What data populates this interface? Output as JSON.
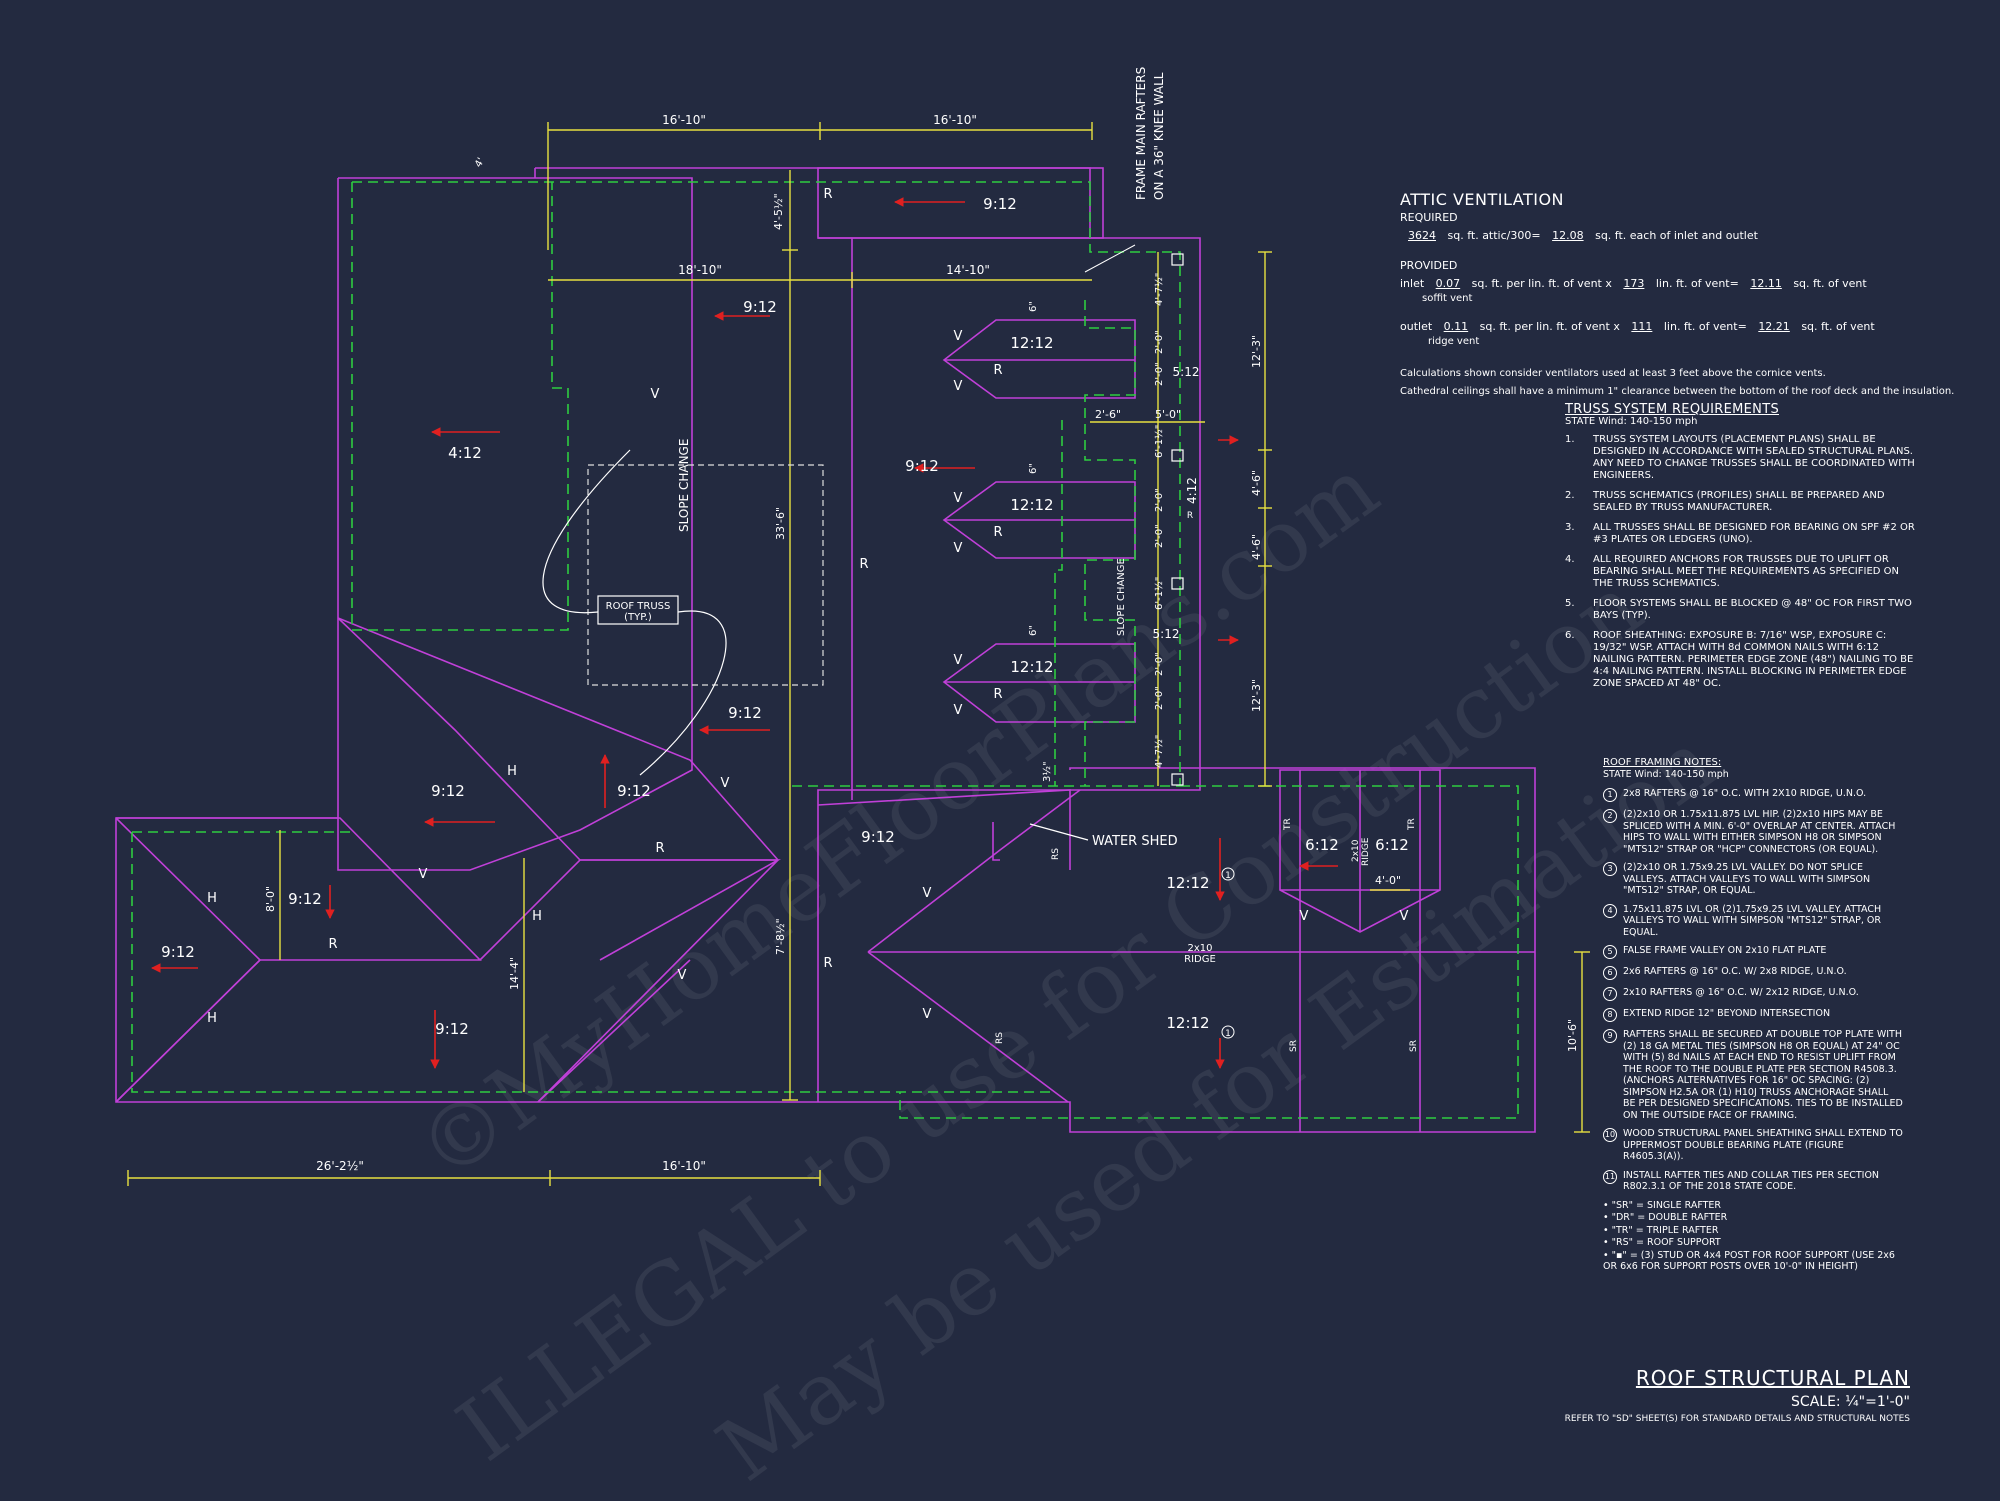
{
  "watermark": {
    "line1": "©MyHomeFloorPlans.com",
    "line2": "ILLEGAL to use for Construction",
    "line3": "May be used for Estimation"
  },
  "dimensions": {
    "top_left": "16'-10\"",
    "top_right": "16'-10\"",
    "mid_left": "18'-10\"",
    "mid_right": "14'-10\"",
    "small_top": "4'",
    "vert_4_5": "4'-5½\"",
    "vert_33": "33'-6\"",
    "vert_7_8": "7'-8½\"",
    "vert_8": "8'-0\"",
    "vert_14_4": "14'-4\"",
    "bottom_left": "26'-2½\"",
    "bottom_right": "16'-10\"",
    "right_12_3a": "12'-3\"",
    "right_4_6a": "4'-6\"",
    "right_4_6b": "4'-6\"",
    "right_12_3b": "12'-3\"",
    "right_10_6": "10'-6\"",
    "col_2_6": "2'-6\"",
    "col_5_0": "5'-0\"",
    "col_4_7": "4'-7½\"",
    "col_2_0": "2'-0\"",
    "col_6_1": "6'-1½\"",
    "dim_6": "6\"",
    "dim_3_5": "3½\"",
    "dim_4_0": "4'-0\""
  },
  "plan_labels": {
    "frame_note_1": "FRAME MAIN RAFTERS",
    "frame_note_2": "ON A 36\" KNEE WALL",
    "slope_change": "SLOPE CHANGE",
    "roof_truss_1": "ROOF TRUSS",
    "roof_truss_2": "(TYP.)",
    "water_shed": "WATER SHED",
    "ridge_1": "2x10",
    "ridge_2": "RIDGE",
    "p_9_12": "9:12",
    "p_4_12": "4:12",
    "p_12_12": "12:12",
    "p_5_12": "5:12",
    "p_6_12": "6:12",
    "v": "V",
    "r": "R",
    "h": "H",
    "tr": "TR",
    "sr": "SR",
    "rs": "RS",
    "one": "1"
  },
  "attic": {
    "title": "ATTIC VENTILATION",
    "required": "REQUIRED",
    "req_area": "3624",
    "req_text": "sq. ft. attic/300=",
    "req_value": "12.08",
    "req_unit": "sq. ft. each of inlet and outlet",
    "provided": "PROVIDED",
    "inlet_label": "inlet",
    "inlet_rate": "0.07",
    "inlet_text": "sq. ft. per lin. ft. of vent x",
    "inlet_len": "173",
    "inlet_text2": "lin. ft. of vent=",
    "inlet_value": "12.11",
    "inlet_unit": "sq. ft. of vent",
    "inlet_type": "soffit vent",
    "outlet_label": "outlet",
    "outlet_rate": "0.11",
    "outlet_text": "sq. ft. per lin. ft. of vent x",
    "outlet_len": "111",
    "outlet_text2": "lin. ft. of vent=",
    "outlet_value": "12.21",
    "outlet_unit": "sq. ft. of vent",
    "outlet_type": "ridge vent",
    "note1": "Calculations shown consider ventilators used at least 3 feet above the cornice vents.",
    "note2": "Cathedral ceilings shall have a minimum 1\" clearance between the bottom of the roof deck and the insulation."
  },
  "truss": {
    "title": "TRUSS SYSTEM REQUIREMENTS",
    "state": "STATE Wind: 140-150 mph",
    "items": [
      {
        "n": "1.",
        "t": "TRUSS SYSTEM LAYOUTS (PLACEMENT PLANS) SHALL BE DESIGNED IN ACCORDANCE WITH SEALED STRUCTURAL PLANS. ANY NEED TO CHANGE TRUSSES SHALL BE COORDINATED WITH ENGINEERS."
      },
      {
        "n": "2.",
        "t": "TRUSS SCHEMATICS (PROFILES) SHALL BE PREPARED AND SEALED BY TRUSS MANUFACTURER."
      },
      {
        "n": "3.",
        "t": "ALL TRUSSES SHALL BE DESIGNED FOR BEARING ON SPF #2 OR #3 PLATES OR LEDGERS (UNO)."
      },
      {
        "n": "4.",
        "t": "ALL REQUIRED ANCHORS FOR TRUSSES DUE TO UPLIFT OR BEARING SHALL MEET THE REQUIREMENTS AS SPECIFIED ON THE TRUSS SCHEMATICS."
      },
      {
        "n": "5.",
        "t": "FLOOR SYSTEMS SHALL BE BLOCKED @ 48\" OC FOR FIRST TWO BAYS (TYP)."
      },
      {
        "n": "6.",
        "t": "ROOF SHEATHING: EXPOSURE B: 7/16\" WSP, EXPOSURE C: 19/32\" WSP. ATTACH WITH 8d COMMON NAILS WITH 6:12 NAILING PATTERN. PERIMETER EDGE ZONE (48\") NAILING TO BE 4:4 NAILING PATTERN. INSTALL BLOCKING IN PERIMETER EDGE ZONE SPACED AT 48\" OC."
      }
    ]
  },
  "framing": {
    "title": "ROOF FRAMING NOTES:",
    "state": "STATE Wind: 140-150 mph",
    "items": [
      {
        "n": "1",
        "t": "2x8 RAFTERS @ 16\" O.C. WITH 2X10 RIDGE, U.N.O."
      },
      {
        "n": "2",
        "t": "(2)2x10 OR 1.75x11.875 LVL HIP. (2)2x10 HIPS MAY BE SPLICED WITH A MIN. 6'-0\" OVERLAP AT CENTER. ATTACH HIPS TO WALL WITH EITHER SIMPSON H8 OR SIMPSON \"MTS12\" STRAP OR \"HCP\" CONNECTORS (OR EQUAL)."
      },
      {
        "n": "3",
        "t": "(2)2x10 OR 1.75x9.25 LVL VALLEY. DO NOT SPLICE VALLEYS. ATTACH VALLEYS TO WALL WITH SIMPSON \"MTS12\" STRAP, OR EQUAL."
      },
      {
        "n": "4",
        "t": "1.75x11.875 LVL OR (2)1.75x9.25 LVL VALLEY. ATTACH VALLEYS TO WALL WITH SIMPSON \"MTS12\" STRAP, OR EQUAL."
      },
      {
        "n": "5",
        "t": "FALSE FRAME VALLEY ON 2x10 FLAT PLATE"
      },
      {
        "n": "6",
        "t": "2x6 RAFTERS @ 16\" O.C. W/ 2x8 RIDGE, U.N.O."
      },
      {
        "n": "7",
        "t": "2x10 RAFTERS @ 16\" O.C. W/ 2x12 RIDGE, U.N.O."
      },
      {
        "n": "8",
        "t": "EXTEND RIDGE 12\" BEYOND INTERSECTION"
      },
      {
        "n": "9",
        "t": "RAFTERS SHALL BE SECURED AT DOUBLE TOP PLATE WITH (2) 18 GA METAL TIES (SIMPSON H8 OR EQUAL) AT 24\" OC WITH (5) 8d NAILS AT EACH END TO RESIST UPLIFT FROM THE ROOF TO THE DOUBLE PLATE PER SECTION R4508.3. (ANCHORS ALTERNATIVES FOR 16\" OC SPACING: (2) SIMPSON H2.5A OR (1) H10J TRUSS ANCHORAGE SHALL BE PER DESIGNED SPECIFICATIONS. TIES TO BE INSTALLED ON THE OUTSIDE FACE OF FRAMING."
      },
      {
        "n": "10",
        "t": "WOOD STRUCTURAL PANEL SHEATHING SHALL EXTEND TO UPPERMOST DOUBLE BEARING PLATE (FIGURE R4605.3(A))."
      },
      {
        "n": "11",
        "t": "INSTALL RAFTER TIES AND COLLAR TIES PER SECTION R802.3.1 OF THE 2018 STATE CODE."
      }
    ],
    "legend": [
      "\"SR\" = SINGLE RAFTER",
      "\"DR\" = DOUBLE RAFTER",
      "\"TR\" = TRIPLE RAFTER",
      "\"RS\" = ROOF SUPPORT",
      "\"▪\" = (3) STUD OR 4x4 POST FOR ROOF SUPPORT (USE 2x6 OR 6x6 FOR SUPPORT POSTS OVER 10'-0\" IN HEIGHT)"
    ]
  },
  "title_block": {
    "title": "ROOF STRUCTURAL PLAN",
    "scale": "SCALE: ¼\"=1'-0\"",
    "refer": "REFER TO \"SD\" SHEET(S) FOR STANDARD DETAILS AND STRUCTURAL NOTES"
  },
  "colors": {
    "background": "#232a40",
    "roof_outline": "#c040d8",
    "wall_dashed": "#2ecc40",
    "dimension": "#e8e040",
    "arrow": "#e02020",
    "text": "#ffffff"
  }
}
